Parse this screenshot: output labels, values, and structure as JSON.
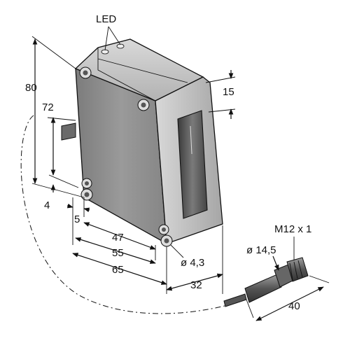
{
  "labels": {
    "led": "LED",
    "height_80": "80",
    "height_72": "72",
    "offset_4": "4",
    "offset_5": "5",
    "width_47": "47",
    "width_55": "55",
    "width_65": "65",
    "depth_32": "32",
    "window_15": "15",
    "hole_dia": "ø 4,3",
    "connector_thread": "M12 x 1",
    "connector_dia": "ø 14,5",
    "connector_len": "40"
  },
  "colors": {
    "housing_front": "#8e8e8e",
    "housing_top": "#c8c8c8",
    "housing_side": "#bdbdbd",
    "window": "#5a5a5a",
    "connector": "#6e6e6e",
    "lines": "#111111"
  }
}
